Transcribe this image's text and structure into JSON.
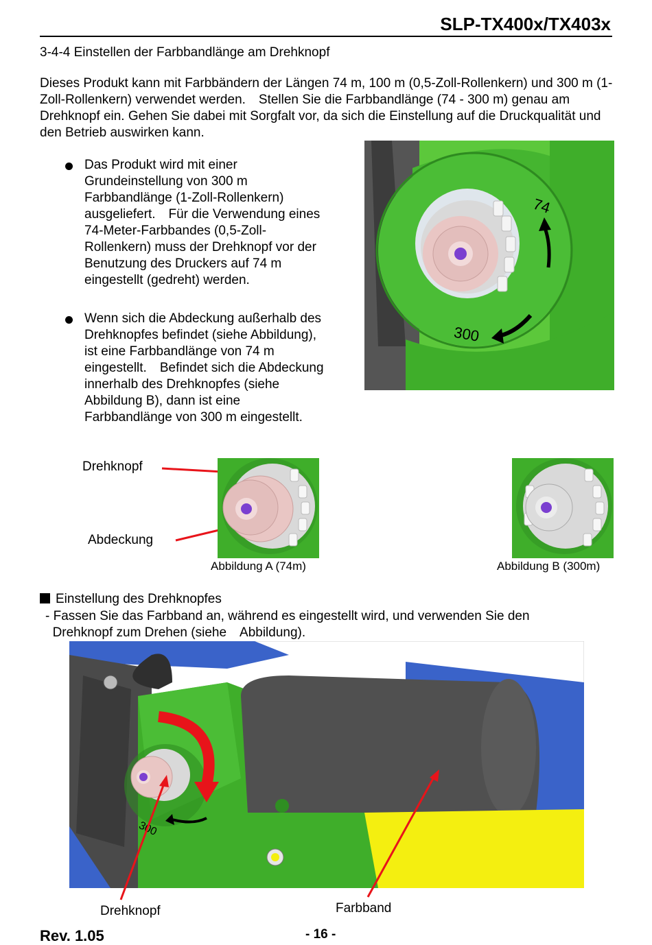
{
  "header": {
    "title": "SLP-TX400x/TX403x"
  },
  "section": {
    "title": "3-4-4 Einstellen der Farbbandlänge am Drehknopf",
    "intro": "Dieses Produkt kann mit Farbbändern der Längen 74 m, 100 m (0,5-Zoll-Rollenkern) und 300 m (1-Zoll-Rollenkern) verwendet werden.　Stellen Sie die Farbbandlänge (74 - 300 m) genau am Drehknopf ein. Gehen Sie dabei mit Sorgfalt vor, da sich die Einstellung auf die Druckqualität und den Betrieb auswirken kann."
  },
  "bullets": [
    "Das Produkt wird mit einer Grundeinstellung von 300 m Farbbandlänge (1-Zoll-Rollenkern) ausgeliefert.　Für die Verwendung eines 74-Meter-Farbbandes (0,5-Zoll-Rollenkern) muss der Drehknopf vor der Benutzung des Druckers auf 74 m eingestellt (gedreht) werden.",
    "Wenn sich die Abdeckung außerhalb des Drehknopfes befindet (siehe Abbildung), ist eine Farbbandlänge von 74 m eingestellt.　Befindet sich die Abdeckung innerhalb des Drehknopfes (siehe Abbildung B), dann ist eine Farbbandlänge von 300 m eingestellt."
  ],
  "figure_main": {
    "label_74": "74",
    "label_300": "300"
  },
  "figure_a": {
    "label_knob": "Drehknopf",
    "label_cover": "Abdeckung",
    "caption": "Abbildung A (74m)"
  },
  "figure_b": {
    "caption": "Abbildung B (300m)"
  },
  "adjustment": {
    "title": "Einstellung des Drehknopfes",
    "text": "- Fassen Sie das Farbband an, während es eingestellt wird, und verwenden Sie den\n  Drehknopf zum Drehen (siehe　Abbildung)."
  },
  "figure_bottom": {
    "label_300": "300",
    "label_knob": "Drehknopf",
    "label_ribbon": "Farbband"
  },
  "footer": {
    "revision": "Rev.  1.05",
    "page": "-  16  -"
  },
  "colors": {
    "green": "#3fae2a",
    "green_light": "#5cc83b",
    "blue": "#3a63c9",
    "yellow": "#f4ef10",
    "red": "#e8141a",
    "knob": "#e9c6c4",
    "grey": "#4a4a4a"
  }
}
